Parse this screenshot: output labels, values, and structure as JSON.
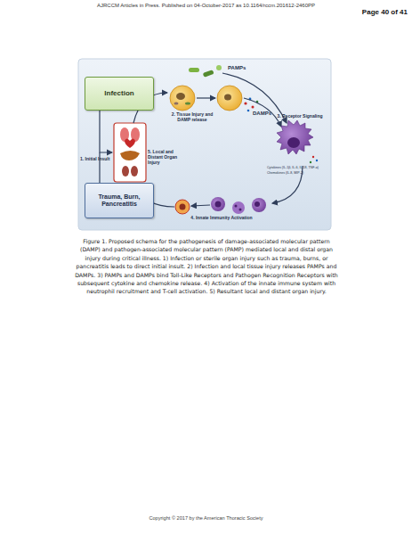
{
  "diagram": {
    "caption": "Figure 1. Proposed schema for the pathogenesis of damage-associated molecular pattern (DAMP) and pathogen-associated molecular pattern (PAMP) mediated local and distal organ injury during critical illness.  1) Infection or sterile organ injury such as trauma, burns, or pancreatitis leads to direct initial insult.  2) Infection and local tissue injury releases PAMPs and DAMPs.  3) PAMPs and DAMPs bind Toll-Like Receptors and Pathogen Recognition Receptors with subsequent cytokine and chemokine release.  4) Activation of the innate immune system with neutrophil recruitment and T-cell activation.  5) Resultant local and distant organ injury.",
    "nodes": [
      {
        "text": [
          "Infection"
        ]
      },
      {
        "text": [
          "Trauma, Burn, Pancreatitis"
        ]
      }
    ],
    "labels": [
      "AJRCCM Articles in Press. Published on 04-October-2017 as 10.1164/rccm.201612-2460PP",
      "Page 40 of 41",
      "PAMPs",
      "1. Initial Insult",
      "2. Tissue Injury and DAMP release",
      "DAMPs",
      "3. Receptor Signaling",
      "Cytokines (IL-1β, IL-6, IL-18, TNF-α)",
      "Chemokines (IL-8, MIP-2)",
      "5. Local and Distant Organ Injury",
      "4. Innate Immunity Activation",
      "Copyright © 2017 by the American Thoracic Society"
    ]
  }
}
